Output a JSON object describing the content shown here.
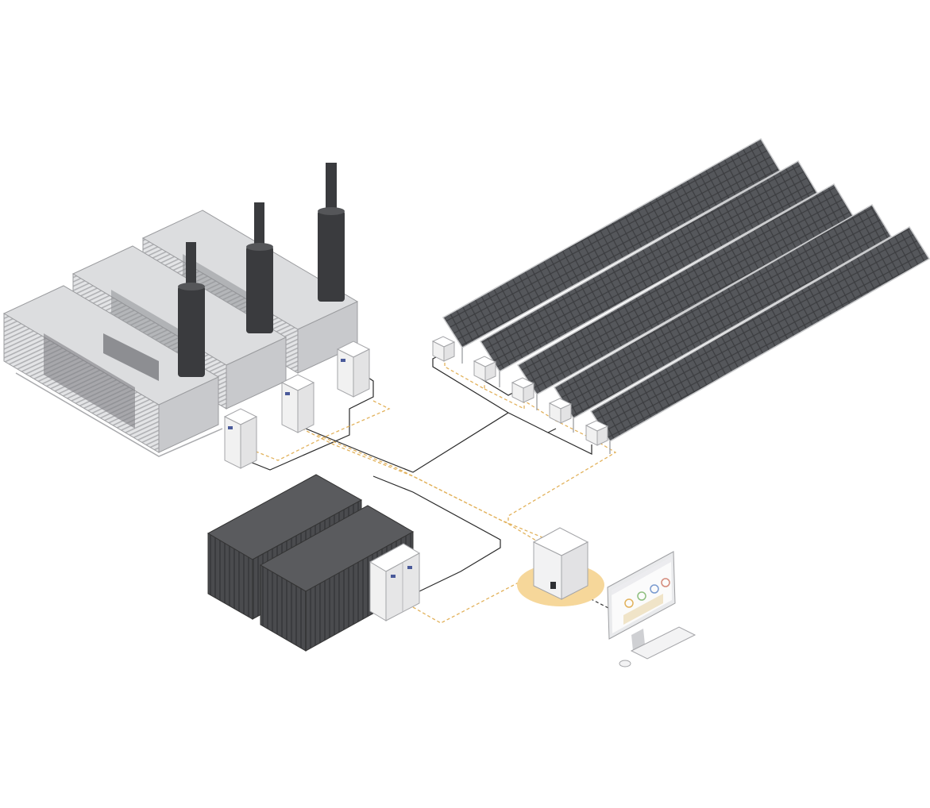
{
  "palette": {
    "background": "#ffffff",
    "panel_dark": "#3c3d40",
    "panel_cell": "#55575b",
    "panel_frame": "#c9cacc",
    "container_dark": "#4a4b4e",
    "genset_light": "#dcdddf",
    "genset_mid": "#b9babd",
    "cabinet_light": "#f1f1f1",
    "stack_dark": "#3a3b3e",
    "power_line": "#2a2a2a",
    "data_line": "#e2b25c",
    "controller_halo": "#f6d79a"
  },
  "diagram": {
    "nodes": [
      {
        "id": "gensets",
        "icon": "diesel-generator-icon"
      },
      {
        "id": "genset-cabinets",
        "icon": "switchgear-cabinet-icon"
      },
      {
        "id": "solar-array",
        "icon": "solar-panel-icon"
      },
      {
        "id": "pv-inverters",
        "icon": "inverter-icon"
      },
      {
        "id": "battery-storage",
        "icon": "battery-container-icon"
      },
      {
        "id": "battery-pcs",
        "icon": "power-conversion-cabinet-icon"
      },
      {
        "id": "hybrid-controller",
        "icon": "controller-icon"
      },
      {
        "id": "monitoring-workstation",
        "icon": "monitor-icon"
      }
    ],
    "connections": [
      {
        "from": "genset-cabinets",
        "to": "solar-array",
        "kind": "power"
      },
      {
        "from": "battery-pcs",
        "to": "genset-cabinets",
        "kind": "power"
      },
      {
        "from": "genset-cabinets",
        "to": "hybrid-controller",
        "kind": "data"
      },
      {
        "from": "pv-inverters",
        "to": "hybrid-controller",
        "kind": "data"
      },
      {
        "from": "battery-pcs",
        "to": "hybrid-controller",
        "kind": "data"
      },
      {
        "from": "hybrid-controller",
        "to": "monitoring-workstation",
        "kind": "data"
      }
    ]
  }
}
